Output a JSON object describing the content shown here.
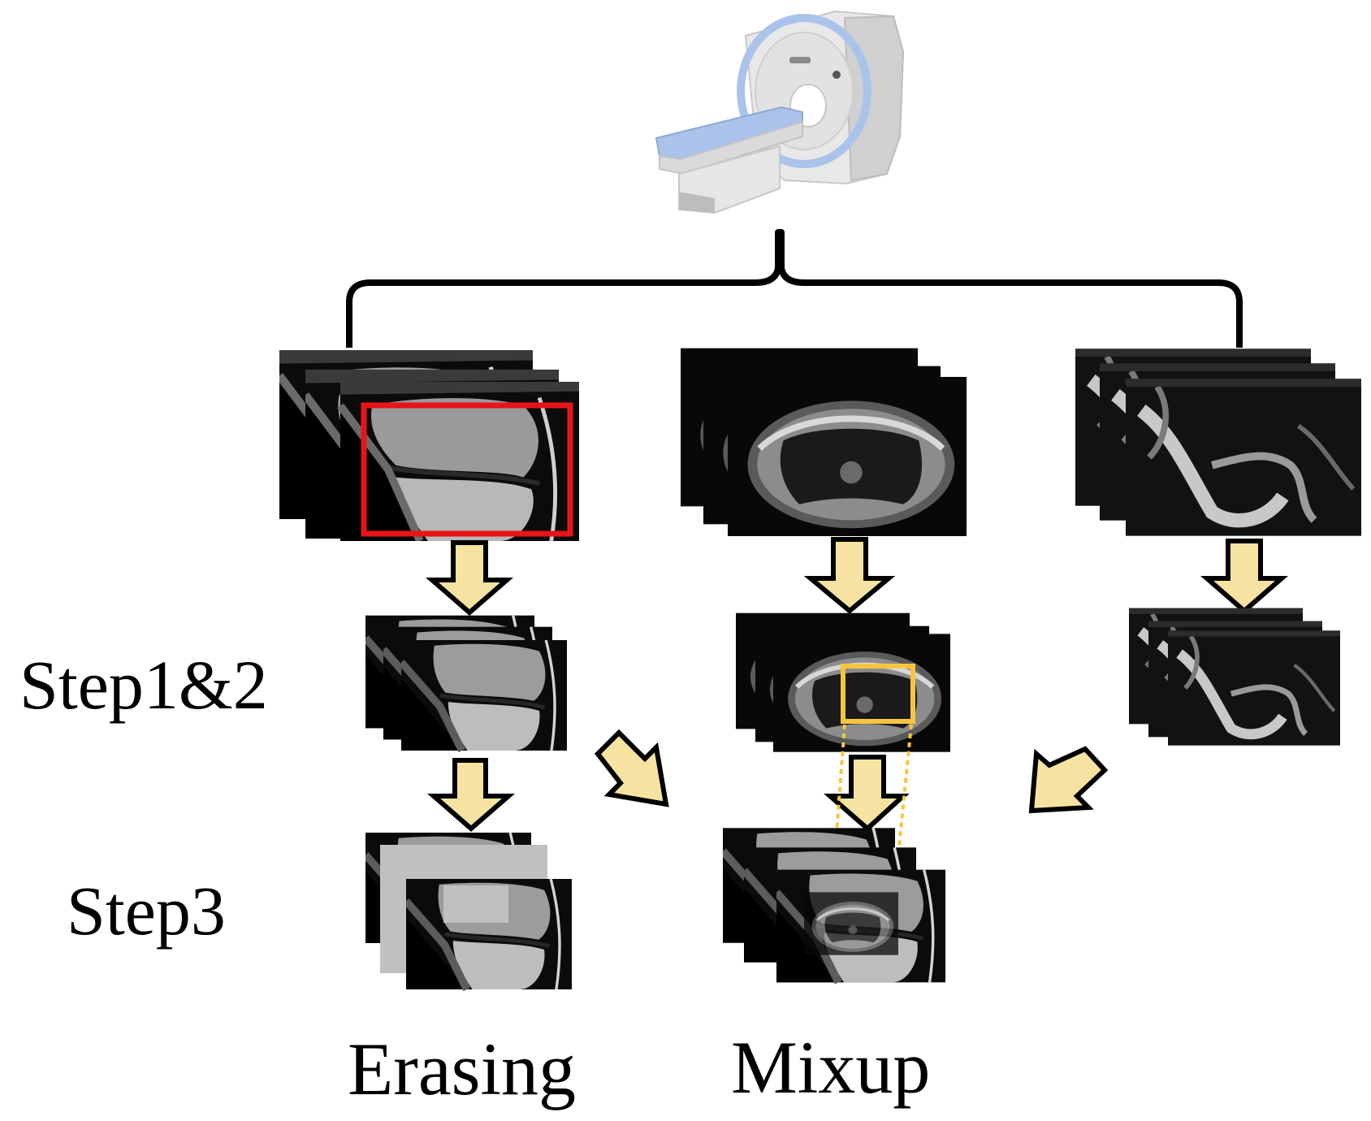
{
  "labels": {
    "step12": "Step1&2",
    "step3": "Step3",
    "erasing": "Erasing",
    "mixup": "Mixup"
  },
  "icons": {
    "scanner": "mri-scanner-icon"
  },
  "colors": {
    "crop_box": "#e8141a",
    "mixup_box": "#f5c542",
    "arrow_fill": "#f7e3a1",
    "arrow_stroke": "#000000",
    "erase_patch": "#c0c0c0",
    "bracket": "#000000"
  }
}
